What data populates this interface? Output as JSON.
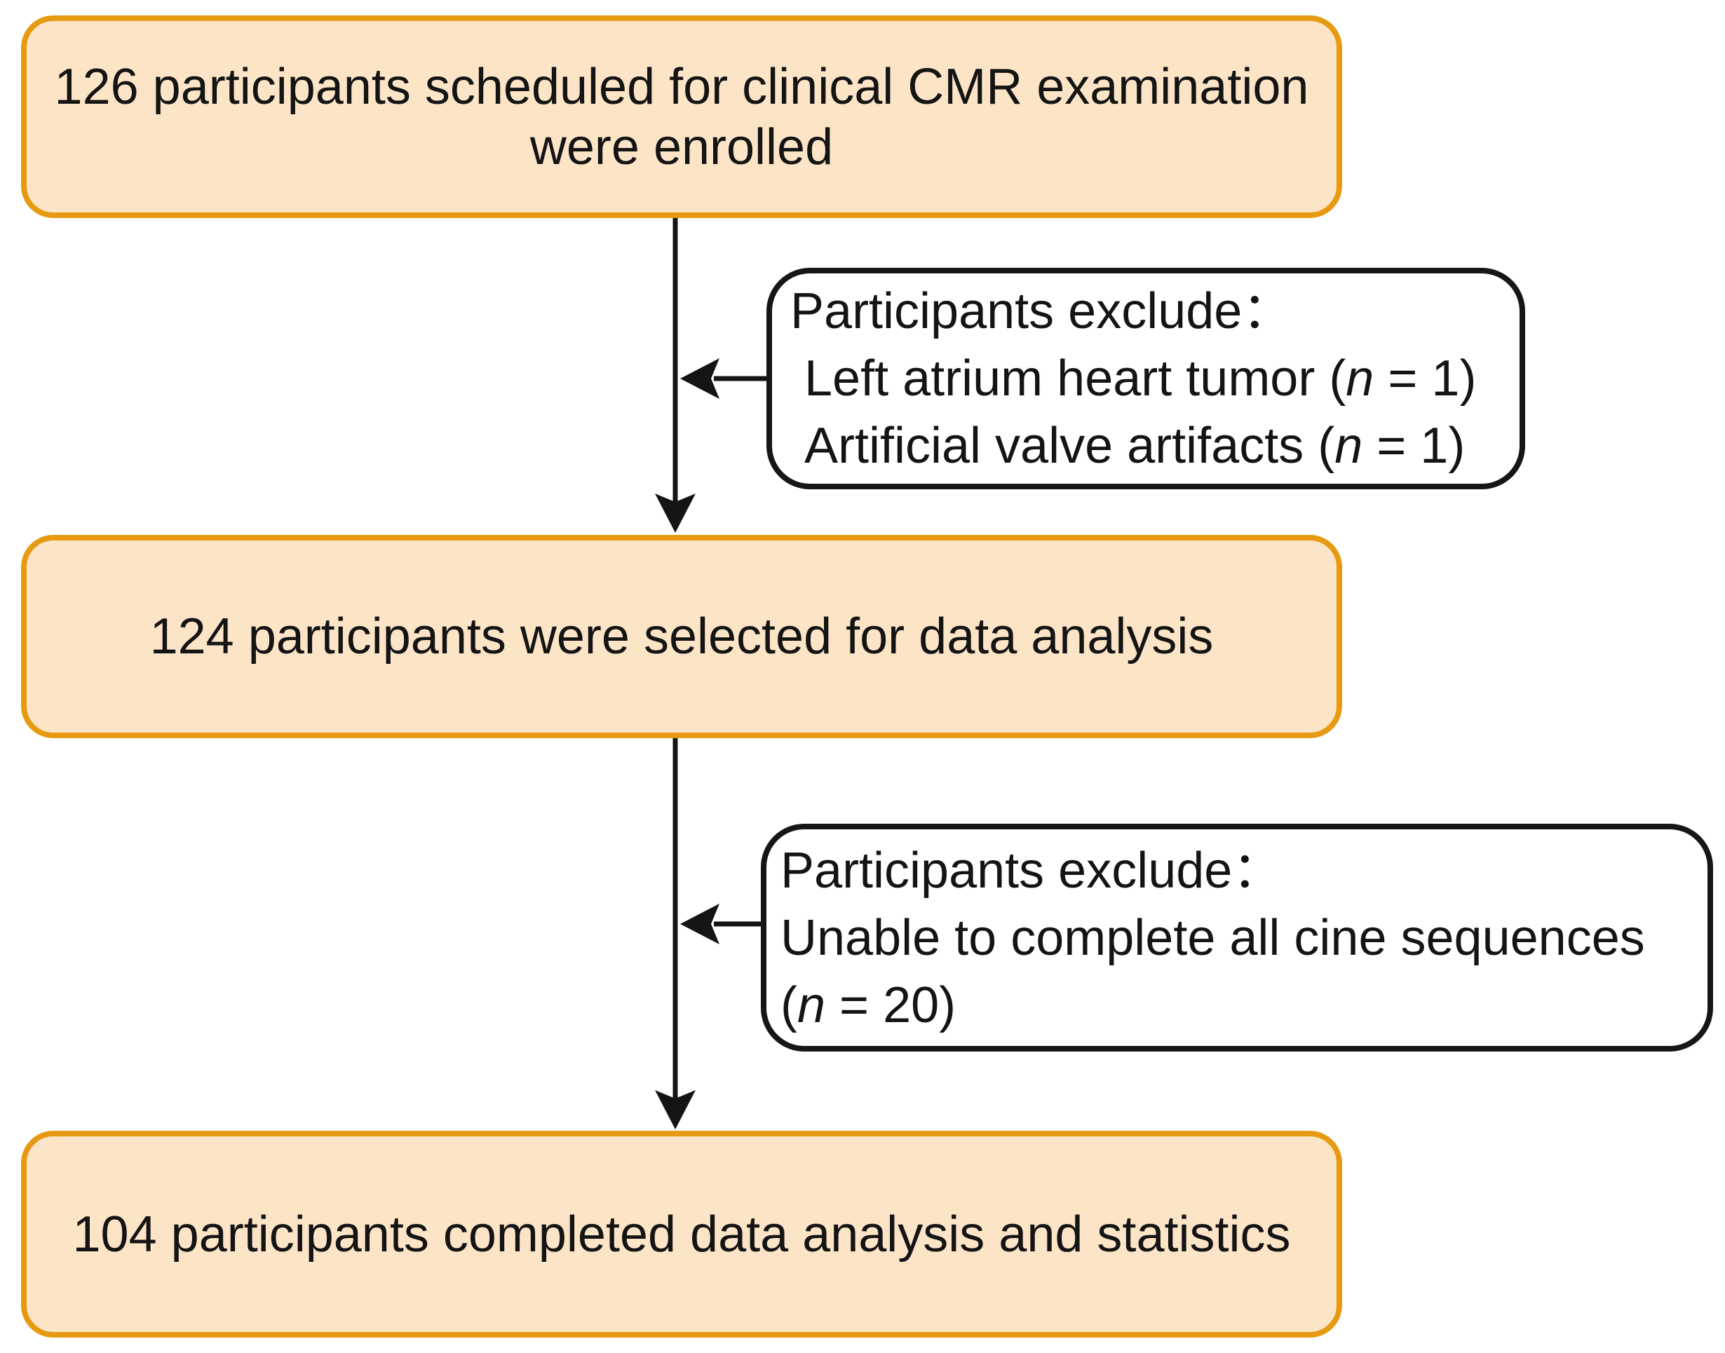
{
  "boxes": {
    "enrolled": {
      "line1": "126 participants scheduled for clinical CMR examination",
      "line2": "were enrolled"
    },
    "selected": {
      "line1": "124 participants were selected for data analysis"
    },
    "completed": {
      "line1": "104 participants completed data analysis and statistics"
    }
  },
  "exclusions": {
    "first": {
      "heading": "Participants exclude：",
      "items": [
        {
          "pre": " Left atrium heart tumor (",
          "var": "n",
          "post": " = 1)"
        },
        {
          "pre": " Artificial valve artifacts (",
          "var": "n",
          "post": " = 1)"
        }
      ]
    },
    "second": {
      "heading": "Participants exclude：",
      "items": [
        {
          "pre": "Unable to complete all cine sequences",
          "var": "",
          "post": ""
        },
        {
          "pre": "(",
          "var": "n",
          "post": " = 20)"
        }
      ]
    }
  },
  "colors": {
    "box_fill": "#FCE4C7",
    "box_border": "#E69A12",
    "exclusion_border": "#161616",
    "exclusion_fill": "#FFFFFF",
    "text": "#141414",
    "connector": "#141414"
  }
}
